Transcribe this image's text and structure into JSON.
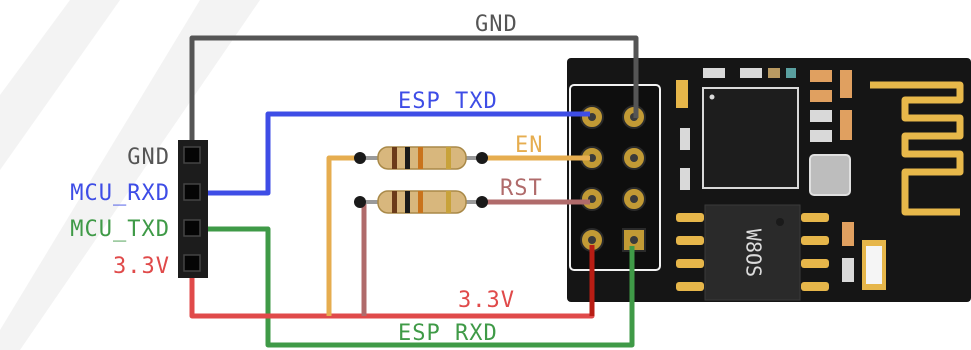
{
  "wire_labels": {
    "gnd": "GND",
    "esp_txd": "ESP_TXD",
    "en": "EN",
    "rst": "RST",
    "v33": "3.3V",
    "esp_rxd": "ESP_RXD"
  },
  "header_labels": {
    "gnd": "GND",
    "mcu_rxd": "MCU_RXD",
    "mcu_txd": "MCU_TXD",
    "v33": "3.3V"
  },
  "chip_marking": "W8OS",
  "colors": {
    "gnd": "#555555",
    "txd": "#3e4de6",
    "rxd": "#3f9a47",
    "en": "#e6ad4f",
    "rst": "#b06b6b",
    "power": "#e04a4a",
    "power_dark": "#b81d14",
    "board": "#151515",
    "antenna": "#e7b84a"
  }
}
